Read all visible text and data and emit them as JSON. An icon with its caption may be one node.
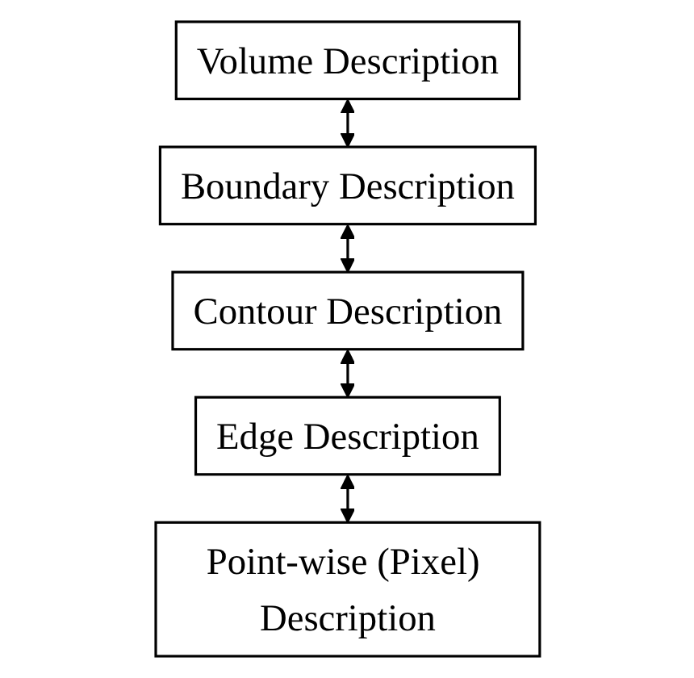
{
  "diagram": {
    "nodes": [
      {
        "text": [
          "Volume Description"
        ]
      },
      {
        "text": [
          "Boundary Description"
        ]
      },
      {
        "text": [
          "Contour Description"
        ]
      },
      {
        "text": [
          "Edge Description"
        ]
      },
      {
        "text": [
          "Point-wise (Pixel) Description"
        ]
      }
    ],
    "edges": [
      {
        "from": 0,
        "to": 1,
        "arrow": "both"
      },
      {
        "from": 1,
        "to": 2,
        "arrow": "both"
      },
      {
        "from": 2,
        "to": 3,
        "arrow": "both"
      },
      {
        "from": 3,
        "to": 4,
        "arrow": "both"
      }
    ]
  }
}
